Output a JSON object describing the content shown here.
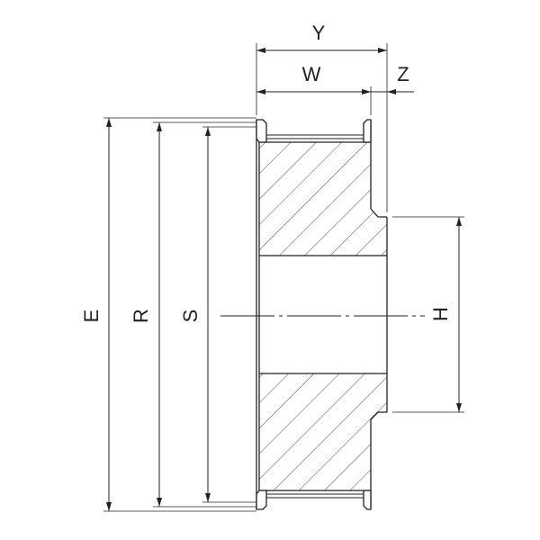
{
  "drawing": {
    "labels": {
      "E": "E",
      "R": "R",
      "S": "S",
      "H": "H",
      "Y": "Y",
      "W": "W",
      "Z": "Z"
    },
    "colors": {
      "line": "#222222",
      "background": "#ffffff"
    }
  }
}
